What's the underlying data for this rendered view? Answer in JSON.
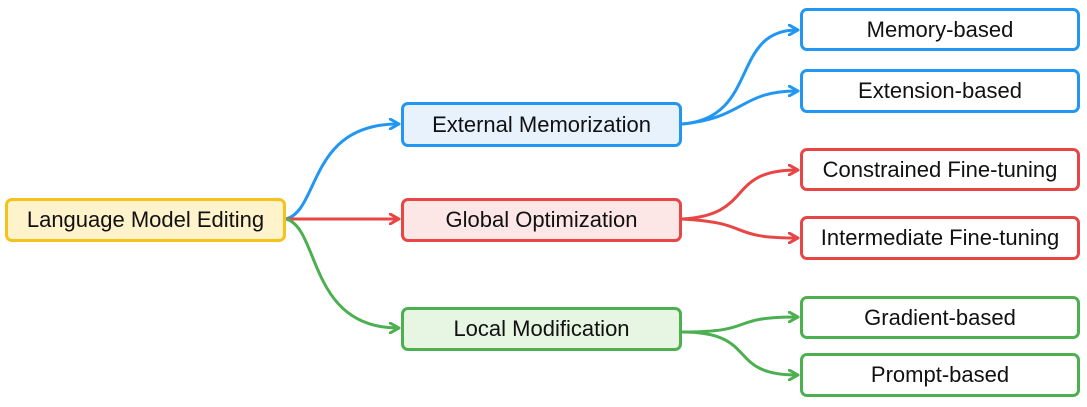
{
  "diagram": {
    "root": {
      "label": "Language Model Editing",
      "border": "#f5c21b",
      "fill": "#fff3cc"
    },
    "branches": [
      {
        "label": "External Memorization",
        "color": "#2196f3",
        "fill": "#e8f2fd",
        "children": [
          "Memory-based",
          "Extension-based"
        ]
      },
      {
        "label": "Global Optimization",
        "color": "#e84545",
        "fill": "#fde6e6",
        "children": [
          "Constrained Fine-tuning",
          "Intermediate Fine-tuning"
        ]
      },
      {
        "label": "Local Modification",
        "color": "#4caf50",
        "fill": "#e6f6e2",
        "children": [
          "Gradient-based",
          "Prompt-based"
        ]
      }
    ]
  }
}
